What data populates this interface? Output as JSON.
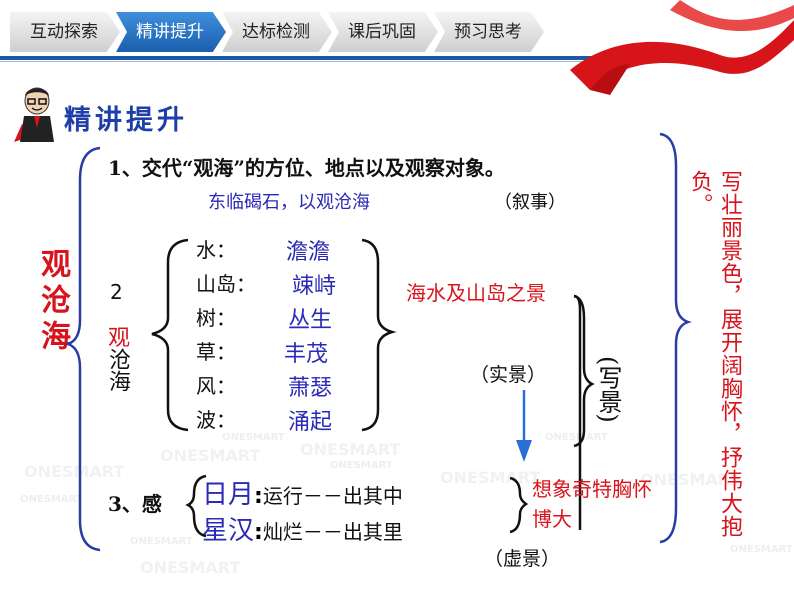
{
  "nav": {
    "tabs": [
      {
        "label": "互动探索",
        "active": false
      },
      {
        "label": "精讲提升",
        "active": true
      },
      {
        "label": "达标检测",
        "active": false
      },
      {
        "label": "课后巩固",
        "active": false
      },
      {
        "label": "预习思考",
        "active": false
      }
    ]
  },
  "section": {
    "title": "精讲提升"
  },
  "poem": {
    "title_vertical": "观沧海"
  },
  "q1": {
    "question": "1、交代“观海”的方位、地点以及观察对象。",
    "answer": "东临碣石，以观沧海",
    "type": "（叙事）"
  },
  "q2": {
    "number": "2",
    "label_top": "观",
    "label_rest": "沧海",
    "rows": [
      {
        "key": "水：",
        "value": "澹澹"
      },
      {
        "key": "山岛：",
        "value": "竦峙"
      },
      {
        "key": "树：",
        "value": "丛生"
      },
      {
        "key": "草：",
        "value": "丰茂"
      },
      {
        "key": "风：",
        "value": "萧瑟"
      },
      {
        "key": "波：",
        "value": "涌起"
      }
    ],
    "summary": "海水及山岛之景",
    "real_scene": "（实景）",
    "write_scene": "(写景)"
  },
  "q3": {
    "label": "3、感",
    "lines": [
      {
        "subject": "日月",
        "text": "运行－－出其中"
      },
      {
        "subject": "星汉",
        "text": "灿烂－－出其里"
      }
    ],
    "summary": "想象奇特胸怀博大",
    "virtual_scene": "（虚景）"
  },
  "conclusion": {
    "text": "写壮丽景色，展开阔胸怀，抒伟大抱负。"
  },
  "watermark": {
    "text": "ONESMART"
  },
  "colors": {
    "nav_active": "#1f6fc6",
    "heading": "#1f3fa8",
    "accent_red": "#d9131b",
    "answer_blue": "#2a2ab8",
    "brace_blue": "#2a3da6"
  }
}
